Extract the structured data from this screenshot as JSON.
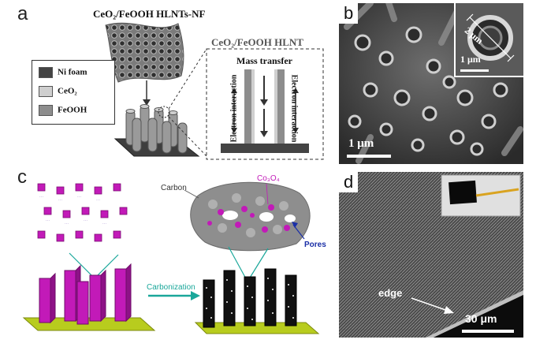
{
  "panel_a": {
    "letter": "a",
    "title_top": "CeO₂/FeOOH  HLNTs-NF",
    "title_right": "CeO₂/FeOOH HLNT",
    "legend": [
      {
        "label": "Ni foam",
        "color": "#444444"
      },
      {
        "label": "CeO₂",
        "color": "#cfcfcf"
      },
      {
        "label": "FeOOH",
        "color": "#8d8d8d"
      }
    ],
    "mass_transfer": "Mass transfer",
    "electron_interaction": "Electron interaction"
  },
  "panel_b": {
    "letter": "b",
    "inset_measure": "2 μm",
    "inset_scale": "1 μm",
    "scale": "1 μm"
  },
  "panel_c": {
    "letter": "c",
    "carbon": "Carbon",
    "co3o4": "Co₃O₄",
    "pores": "Pores",
    "carbonization": "Carbonization",
    "colors": {
      "magenta": "#c21ab8",
      "base": "#b8cc1e",
      "arrow": "#1aa79a"
    }
  },
  "panel_d": {
    "letter": "d",
    "edge": "edge",
    "scale": "30 μm"
  }
}
